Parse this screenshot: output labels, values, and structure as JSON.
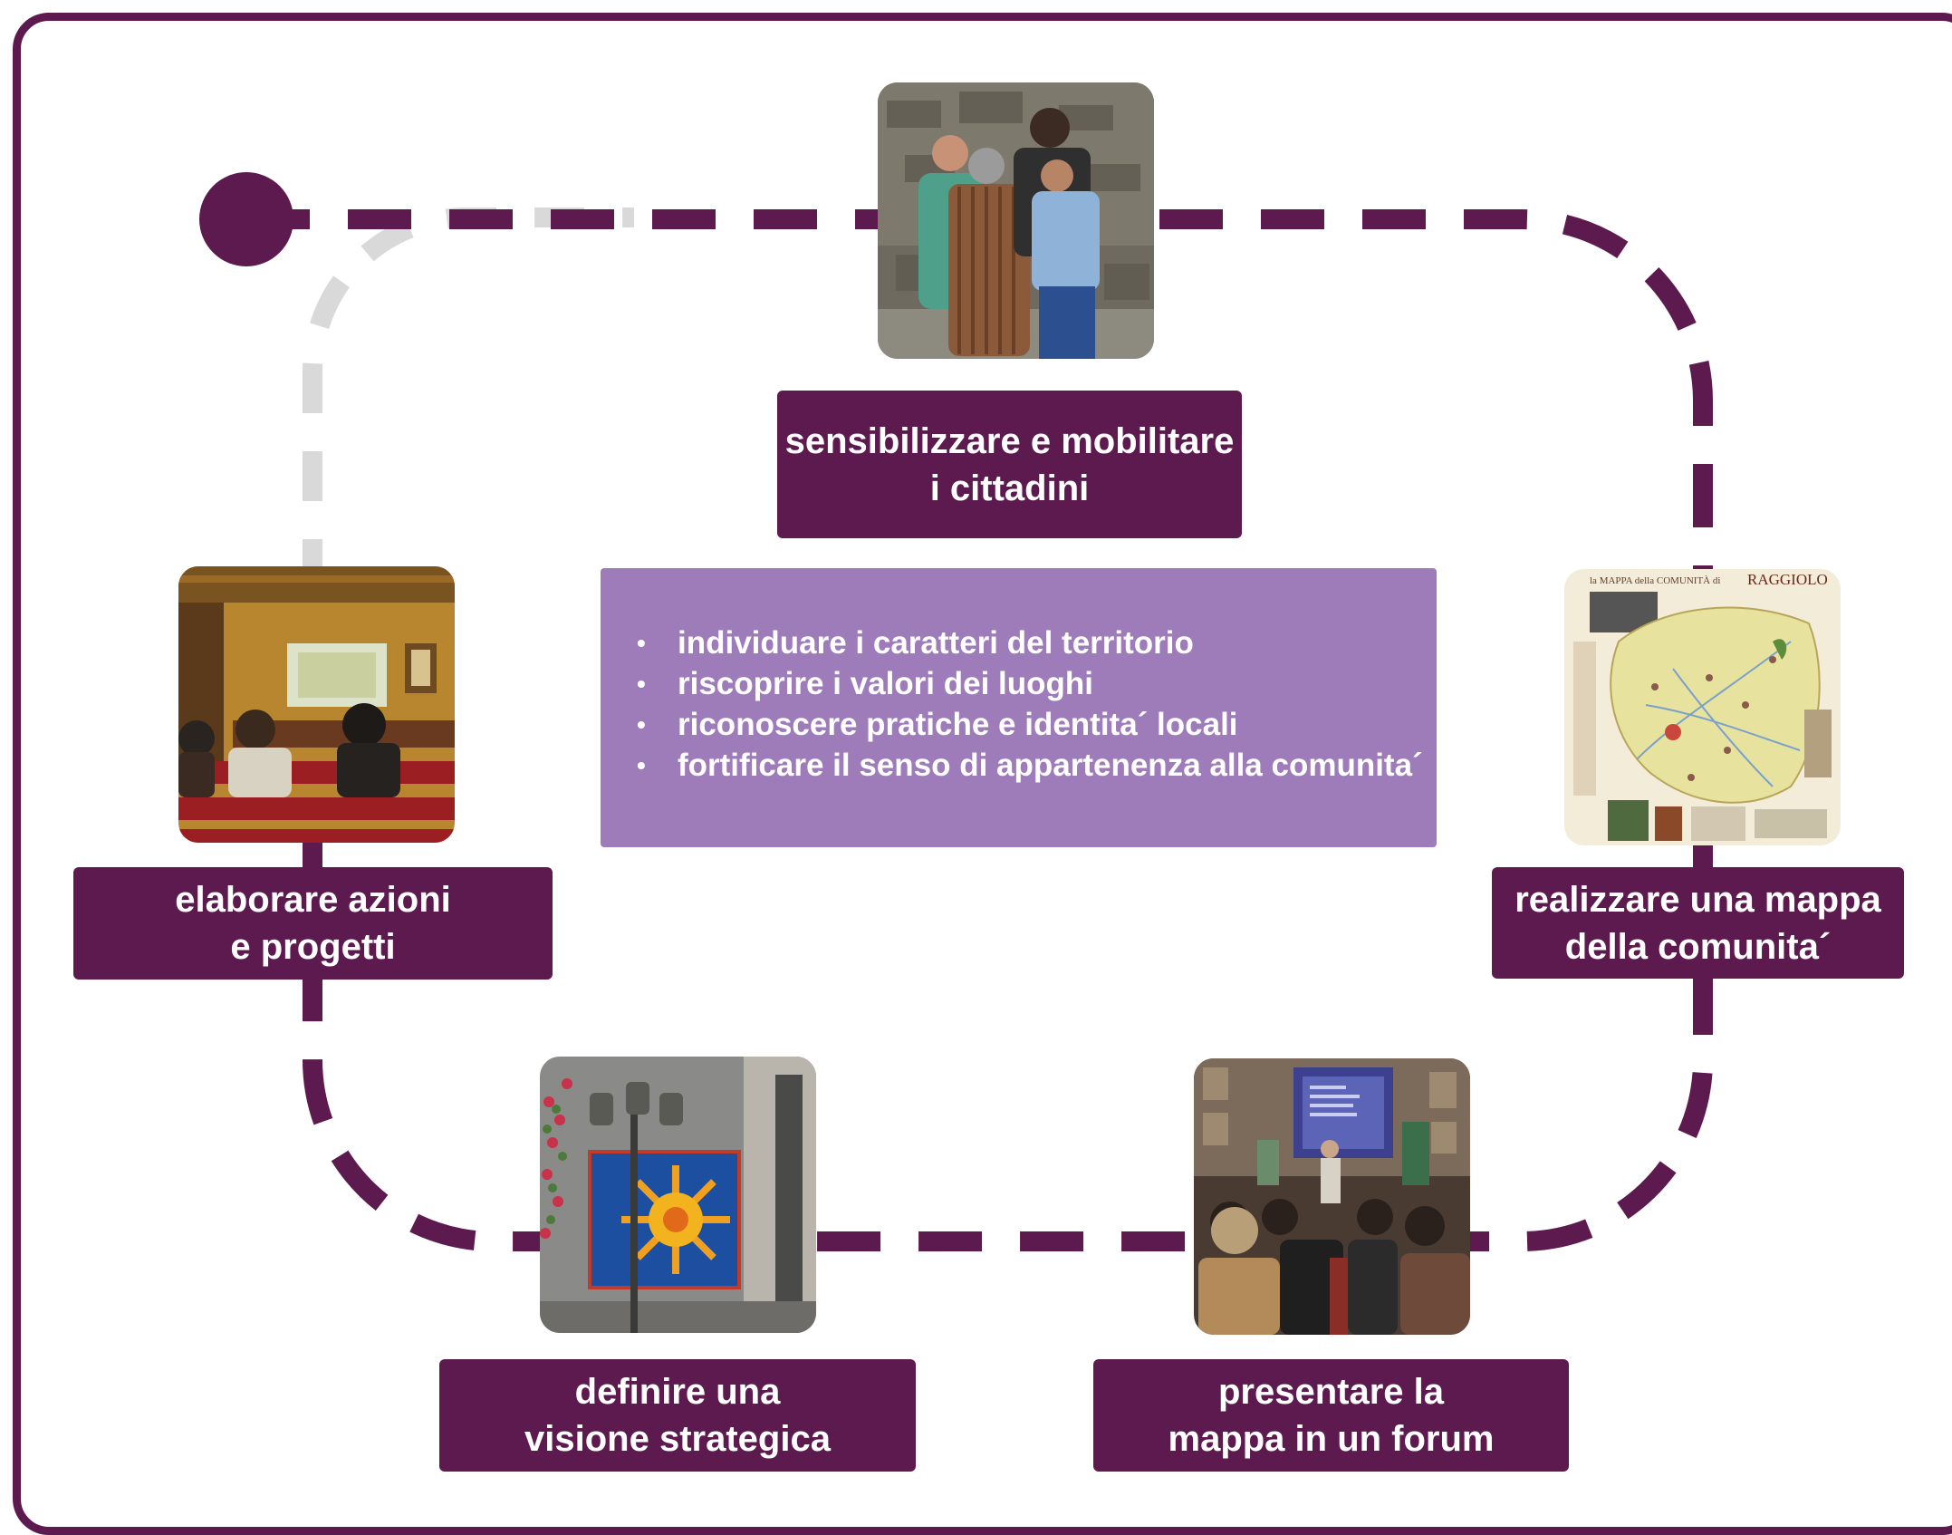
{
  "steps": [
    {
      "id": "sensibilizzare",
      "line1": "sensibilizzare e mobilitare",
      "line2": "i cittadini"
    },
    {
      "id": "mappa",
      "line1": "realizzare una mappa",
      "line2": "della comunita´"
    },
    {
      "id": "forum",
      "line1": "presentare la",
      "line2": "mappa in un forum"
    },
    {
      "id": "visione",
      "line1": "definire una",
      "line2": "visione strategica"
    },
    {
      "id": "azioni",
      "line1": "elaborare azioni",
      "line2": "e progetti"
    }
  ],
  "objectives": [
    "individuare i caratteri del territorio",
    "riscoprire i valori dei luoghi",
    "riconoscere pratiche e identita´ locali",
    "fortificare il senso di appartenenza alla comunita´"
  ],
  "map_photo_title": {
    "prefix": "la MAPPA della COMUNITÀ di",
    "name": "RAGGIOLO"
  },
  "colors": {
    "accent": "#5d1a4f",
    "panel": "#9e7cba",
    "pending_path": "#d9d9d9"
  }
}
